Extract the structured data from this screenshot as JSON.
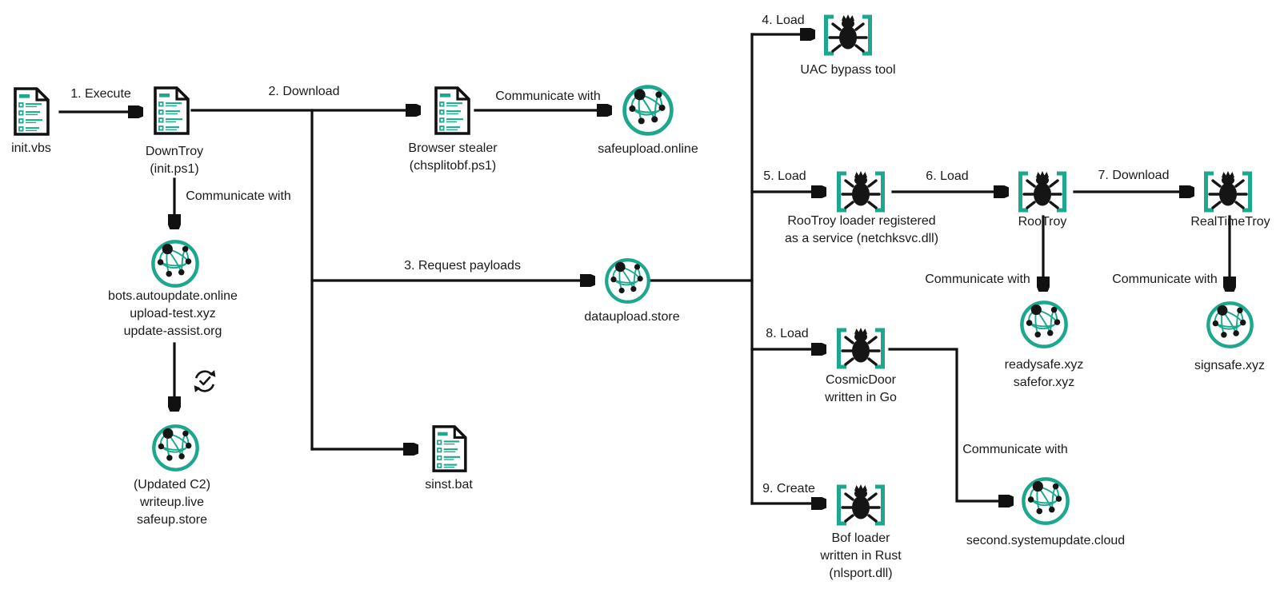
{
  "colors": {
    "accent_teal": "#1CA78E",
    "line_black": "#111111"
  },
  "icons": {
    "document": "document-icon",
    "c2_server": "globe-network-icon",
    "malware": "bug-brackets-icon",
    "update": "sync-check-icon"
  },
  "nodes": {
    "init_vbs": {
      "label": "init.vbs"
    },
    "downtroy": {
      "line1": "DownTroy",
      "line2": "(init.ps1)"
    },
    "browser_stealer": {
      "line1": "Browser stealer",
      "line2": "(chsplitobf.ps1)"
    },
    "safeupload": {
      "label": "safeupload.online"
    },
    "c2_list": {
      "line1": "bots.autoupdate.online",
      "line2": "upload-test.xyz",
      "line3": "update-assist.org"
    },
    "updated_c2": {
      "line1": "(Updated C2)",
      "line2": "writeup.live",
      "line3": "safeup.store"
    },
    "dataupload": {
      "label": "dataupload.store"
    },
    "sinst": {
      "label": "sinst.bat"
    },
    "uac_tool": {
      "label": "UAC bypass tool"
    },
    "rootroy_loader": {
      "line1": "RooTroy loader registered",
      "line2": "as a service (netchksvc.dll)"
    },
    "rootroy": {
      "label": "RooTroy"
    },
    "realtimetroy": {
      "label": "RealTimeTroy"
    },
    "readysafe": {
      "line1": "readysafe.xyz",
      "line2": "safefor.xyz"
    },
    "signsafe": {
      "label": "signsafe.xyz"
    },
    "cosmicdoor": {
      "line1": "CosmicDoor",
      "line2": "written in Go"
    },
    "second_c2": {
      "label": "second.systemupdate.cloud"
    },
    "bof_loader": {
      "line1": "Bof loader",
      "line2": "written in Rust",
      "line3": "(nlsport.dll)"
    }
  },
  "edges": {
    "step1": "1. Execute",
    "step2": "2. Download",
    "step3": "3. Request payloads",
    "step4": "4. Load",
    "step5": "5. Load",
    "step6": "6. Load",
    "step7": "7. Download",
    "step8": "8. Load",
    "step9": "9. Create",
    "communicate": "Communicate with"
  }
}
